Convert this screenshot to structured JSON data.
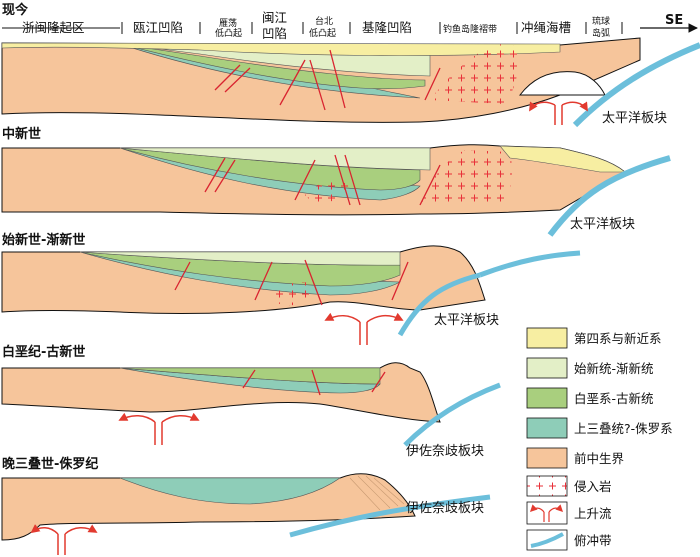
{
  "colors": {
    "quaternary_neogene": "#f7eea2",
    "eocene_oligocene": "#e3efc7",
    "cretaceous_paleogene": "#a9cf7e",
    "triassic_jurassic": "#8ecdb8",
    "pre_mesozoic": "#f6c59b",
    "intrusive": "#e8313a",
    "fault": "#d92430",
    "subduction": "#6cbfdb",
    "upwelling": "#e23a2f"
  },
  "direction": {
    "label": "SE"
  },
  "units": {
    "u1": "浙闽隆起区",
    "u2": "瓯江凹陷",
    "u3_line1": "雁荡",
    "u3_line2": "低凸起",
    "u4_line1": "闽江",
    "u4_line2": "凹陷",
    "u5_line1": "台北",
    "u5_line2": "低凸起",
    "u6": "基隆凹陷",
    "u7": "钓鱼岛隆褶带",
    "u8": "冲绳海槽",
    "u9_line1": "琉球",
    "u9_line2": "岛弧"
  },
  "stages": [
    {
      "label": "现今",
      "plate": "太平洋板块"
    },
    {
      "label": "中新世",
      "plate": "太平洋板块"
    },
    {
      "label": "始新世-渐新世",
      "plate": "太平洋板块"
    },
    {
      "label": "白垩纪-古新世",
      "plate": "伊佐奈歧板块"
    },
    {
      "label": "晚三叠世-侏罗纪",
      "plate": "伊佐奈歧板块"
    }
  ],
  "legend": [
    {
      "label": "第四系与新近系",
      "symbol": "quaternary_neogene"
    },
    {
      "label": "始新统-渐新统",
      "symbol": "eocene_oligocene"
    },
    {
      "label": "白垩系-古新统",
      "symbol": "cretaceous_paleogene"
    },
    {
      "label": "上三叠统?-侏罗系",
      "symbol": "triassic_jurassic"
    },
    {
      "label": "前中生界",
      "symbol": "pre_mesozoic"
    },
    {
      "label": "侵入岩",
      "symbol": "intrusive"
    },
    {
      "label": "上升流",
      "symbol": "upwelling"
    },
    {
      "label": "俯冲带",
      "symbol": "subduction"
    }
  ]
}
